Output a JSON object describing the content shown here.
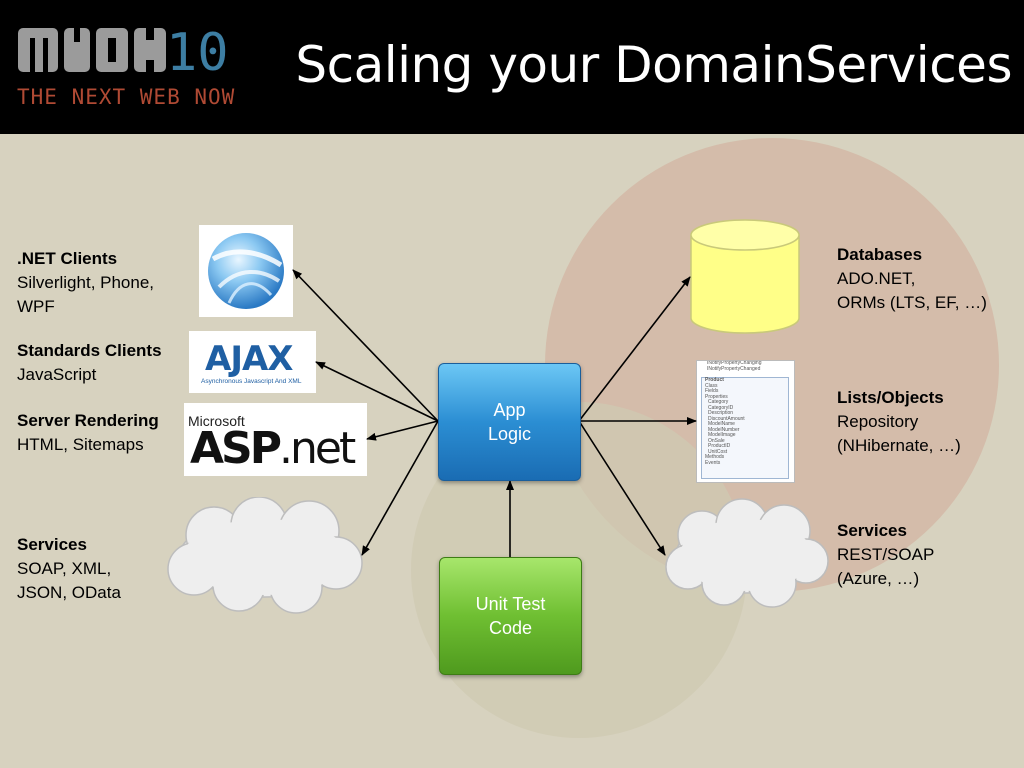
{
  "header": {
    "logo_mark": "mix",
    "logo_number": "10",
    "logo_tagline": "THE NEXT WEB NOW",
    "title": "Scaling your DomainServices"
  },
  "left": [
    {
      "heading": ".NET Clients",
      "lines": [
        "Silverlight, Phone,",
        "WPF"
      ]
    },
    {
      "heading": "Standards Clients",
      "lines": [
        "JavaScript"
      ]
    },
    {
      "heading": "Server Rendering",
      "lines": [
        "HTML, Sitemaps"
      ]
    },
    {
      "heading": "Services",
      "lines": [
        "SOAP, XML,",
        "JSON, OData"
      ]
    }
  ],
  "right": [
    {
      "heading": "Databases",
      "lines": [
        "ADO.NET,",
        "ORMs (LTS, EF, …)"
      ]
    },
    {
      "heading": "Lists/Objects",
      "lines": [
        "Repository",
        "(NHibernate, …)"
      ]
    },
    {
      "heading": "Services",
      "lines": [
        "REST/SOAP",
        "(Azure, …)"
      ]
    }
  ],
  "center": {
    "app_logic": [
      "App",
      "Logic"
    ],
    "unit_test": [
      "Unit Test",
      "Code"
    ]
  },
  "logos": {
    "ajax": "AJAX",
    "ajax_sub": "Asynchronous Javascript And XML",
    "asp_ms": "Microsoft",
    "asp_main": "ASP",
    "asp_net": ".net"
  },
  "class_diagram": {
    "top": [
      "INotifyPropertyChanging",
      "INotifyPropertyChanged"
    ],
    "title": "Product",
    "subtitle": "Class",
    "sections": [
      "Fields",
      "Properties",
      "Methods",
      "Events"
    ],
    "properties": [
      "Category",
      "CategoryID",
      "Description",
      "DiscountAmount",
      "ModelName",
      "ModelNumber",
      "ModelImage",
      "OnSale",
      "ProductID",
      "UnitCost"
    ]
  },
  "colors": {
    "background": "#d7d2bf",
    "header": "#000000",
    "circle_large": "#d8b9a8",
    "circle_small": "#ccc7ae",
    "app_logic": "#2b8ed3",
    "unit_test": "#6fbf32",
    "database": "#ffff88"
  },
  "icons": [
    "silverlight-logo",
    "ajax-logo",
    "aspnet-logo",
    "cloud-icon",
    "database-cylinder-icon",
    "class-diagram-thumbnail"
  ]
}
